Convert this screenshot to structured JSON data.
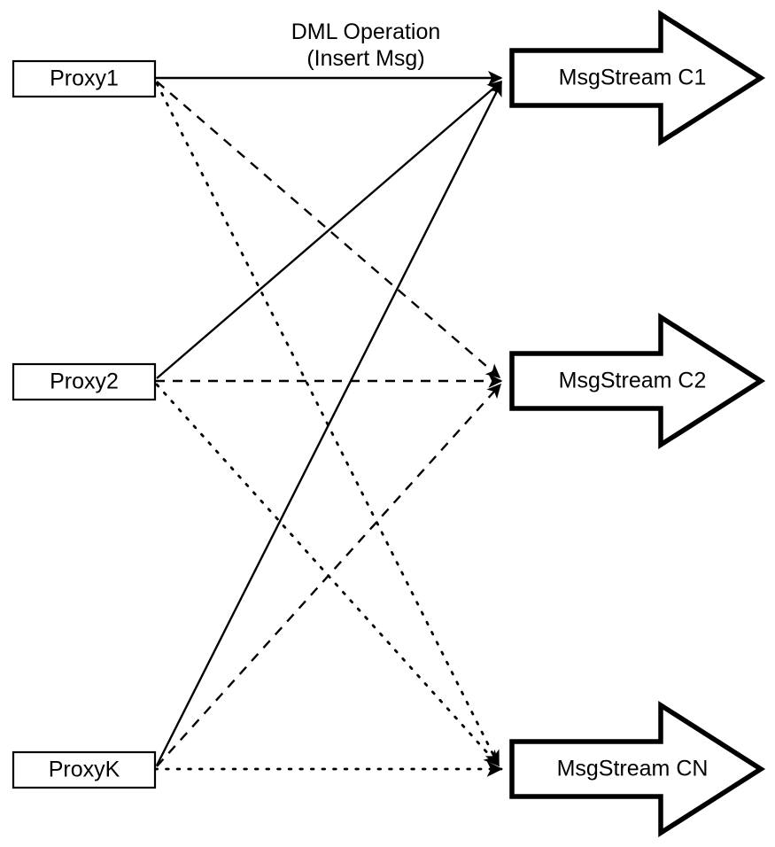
{
  "diagram": {
    "title": "Proxy to MsgStream DML fan-out diagram",
    "background_color": "#ffffff",
    "stroke_color": "#000000",
    "edge_caption": {
      "line1": "DML Operation",
      "line2": "(Insert Msg)"
    },
    "proxies": [
      {
        "id": "proxy1",
        "label": "Proxy1"
      },
      {
        "id": "proxy2",
        "label": "Proxy2"
      },
      {
        "id": "proxyK",
        "label": "ProxyK"
      }
    ],
    "streams": [
      {
        "id": "stream-c1",
        "label": "MsgStream C1",
        "line_style": "solid"
      },
      {
        "id": "stream-c2",
        "label": "MsgStream C2",
        "line_style": "dashed"
      },
      {
        "id": "stream-cn",
        "label": "MsgStream CN",
        "line_style": "dotted"
      }
    ],
    "links": [
      {
        "from": "proxy1",
        "to": "stream-c1",
        "style": "solid"
      },
      {
        "from": "proxy1",
        "to": "stream-c2",
        "style": "dashed"
      },
      {
        "from": "proxy1",
        "to": "stream-cn",
        "style": "dotted"
      },
      {
        "from": "proxy2",
        "to": "stream-c1",
        "style": "solid"
      },
      {
        "from": "proxy2",
        "to": "stream-c2",
        "style": "dashed"
      },
      {
        "from": "proxy2",
        "to": "stream-cn",
        "style": "dotted"
      },
      {
        "from": "proxyK",
        "to": "stream-c1",
        "style": "solid"
      },
      {
        "from": "proxyK",
        "to": "stream-c2",
        "style": "dashed"
      },
      {
        "from": "proxyK",
        "to": "stream-cn",
        "style": "dotted"
      }
    ]
  }
}
